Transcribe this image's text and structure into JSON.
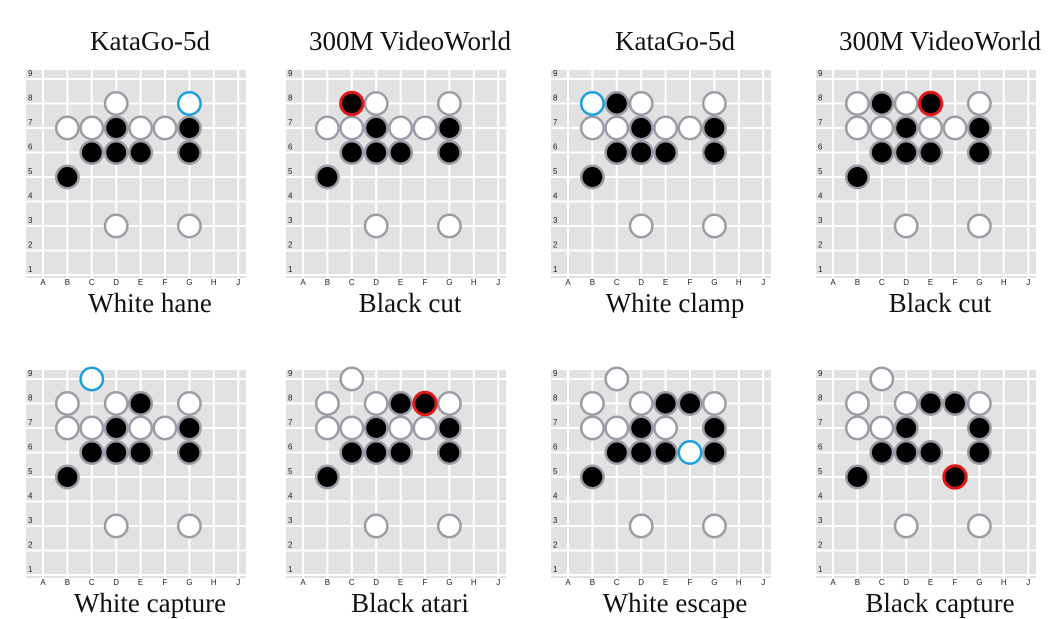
{
  "files": [
    "A",
    "B",
    "C",
    "D",
    "E",
    "F",
    "G",
    "H",
    "J"
  ],
  "ranks": [
    "1",
    "2",
    "3",
    "4",
    "5",
    "6",
    "7",
    "8",
    "9"
  ],
  "colors": {
    "board": "#e2e2e2",
    "grid": "#ffffff",
    "stone_edge": "#9c9ca6",
    "black": "#000000",
    "white": "#ffffff",
    "highlight_white_move": "#1aa0e0",
    "highlight_black_move": "#e01818"
  },
  "panels": [
    {
      "title": "KataGo-5d",
      "caption": "White hane",
      "black": [
        "B5",
        "C6",
        "D6",
        "E6",
        "D7",
        "G6",
        "G7"
      ],
      "white": [
        "B7",
        "C7",
        "E7",
        "F7",
        "D8",
        "D3",
        "G3"
      ],
      "move": {
        "point": "G8",
        "color": "white"
      }
    },
    {
      "title": "300M VideoWorld",
      "caption": "Black cut",
      "black": [
        "B5",
        "C6",
        "D6",
        "E6",
        "D7",
        "G6",
        "G7"
      ],
      "white": [
        "B7",
        "C7",
        "E7",
        "F7",
        "D8",
        "G8",
        "D3",
        "G3"
      ],
      "move": {
        "point": "C8",
        "color": "black"
      }
    },
    {
      "title": "KataGo-5d",
      "caption": "White clamp",
      "black": [
        "B5",
        "C6",
        "D6",
        "E6",
        "D7",
        "G6",
        "G7",
        "C8"
      ],
      "white": [
        "B7",
        "C7",
        "E7",
        "F7",
        "D8",
        "G8",
        "D3",
        "G3"
      ],
      "move": {
        "point": "B8",
        "color": "white"
      }
    },
    {
      "title": "300M VideoWorld",
      "caption": "Black cut",
      "black": [
        "B5",
        "C6",
        "D6",
        "E6",
        "D7",
        "G6",
        "G7",
        "C8"
      ],
      "white": [
        "B7",
        "C7",
        "E7",
        "F7",
        "B8",
        "D8",
        "G8",
        "D3",
        "G3"
      ],
      "move": {
        "point": "E8",
        "color": "black"
      }
    },
    {
      "title": "",
      "caption": "White capture",
      "black": [
        "B5",
        "C6",
        "D6",
        "E6",
        "D7",
        "G6",
        "G7",
        "E8"
      ],
      "white": [
        "B7",
        "C7",
        "E7",
        "F7",
        "B8",
        "D8",
        "G8",
        "D3",
        "G3"
      ],
      "move": {
        "point": "C9",
        "color": "white"
      }
    },
    {
      "title": "",
      "caption": "Black atari",
      "black": [
        "B5",
        "C6",
        "D6",
        "E6",
        "D7",
        "G6",
        "G7",
        "E8"
      ],
      "white": [
        "B7",
        "C7",
        "E7",
        "F7",
        "B8",
        "D8",
        "G8",
        "C9",
        "D3",
        "G3"
      ],
      "move": {
        "point": "F8",
        "color": "black"
      }
    },
    {
      "title": "",
      "caption": "White escape",
      "black": [
        "B5",
        "C6",
        "D6",
        "E6",
        "D7",
        "G6",
        "G7",
        "E8",
        "F8"
      ],
      "white": [
        "B7",
        "C7",
        "E7",
        "B8",
        "D8",
        "G8",
        "C9",
        "D3",
        "G3"
      ],
      "move": {
        "point": "F6",
        "color": "white"
      }
    },
    {
      "title": "",
      "caption": "Black capture",
      "black": [
        "B5",
        "C6",
        "D6",
        "E6",
        "D7",
        "G6",
        "G7",
        "E8",
        "F8"
      ],
      "white": [
        "B7",
        "C7",
        "B8",
        "D8",
        "G8",
        "C9",
        "D3",
        "G3"
      ],
      "move": {
        "point": "F5",
        "color": "black"
      }
    }
  ]
}
